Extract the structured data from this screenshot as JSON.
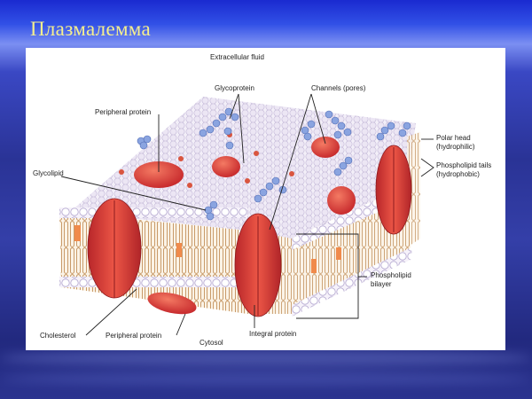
{
  "slide": {
    "title": "Плазмалемма",
    "title_color": "#f5ef8e",
    "background_color": "#2a3396"
  },
  "diagram": {
    "subject": "Plasma membrane (fluid mosaic model)",
    "colors": {
      "protein": "#e0463a",
      "glycan": "#7f9ad8",
      "phospholipid_head": "#e9e4f2",
      "phospholipid_tail": "#d8b48c",
      "cholesterol": "#f08a4b"
    },
    "labels": {
      "extracellular": "Extracellular fluid",
      "glycoprotein": "Glycoprotein",
      "channels": "Channels (pores)",
      "peripheral_top": "Peripheral protein",
      "glycolipid": "Glycolipid",
      "polar_head_1": "Polar head",
      "polar_head_2": "(hydrophilic)",
      "tails_1": "Phospholipid tails",
      "tails_2": "(hydrophobic)",
      "bilayer_1": "Phospholipid",
      "bilayer_2": "bilayer",
      "cholesterol": "Cholesterol",
      "peripheral_bottom": "Peripheral protein",
      "cytosol": "Cytosol",
      "integral": "Integral protein"
    }
  }
}
